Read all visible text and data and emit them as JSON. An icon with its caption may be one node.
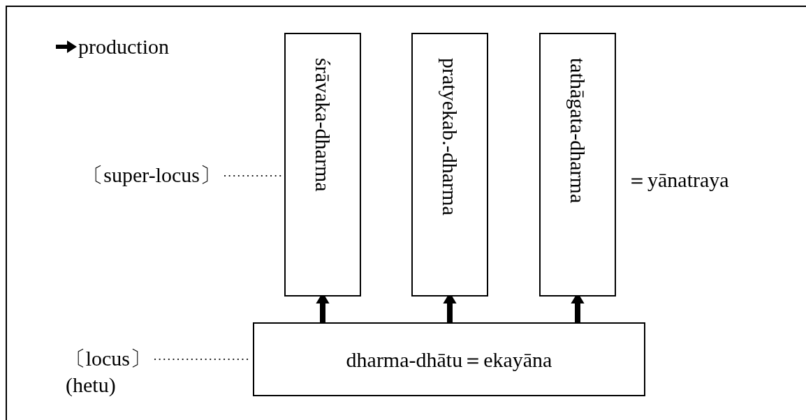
{
  "diagram": {
    "nodes": [
      {
        "text": [
          "〔super-locus〕"
        ]
      },
      {
        "text": [
          "śrāvaka-dharma"
        ]
      },
      {
        "text": [
          "pratyekab.-dharma"
        ]
      },
      {
        "text": [
          "tathāgata-dharma"
        ]
      },
      {
        "text": [
          "〔locus〕",
          "(hetu)"
        ]
      },
      {
        "text": [
          "dharma-dhātu＝ekayāna"
        ]
      }
    ],
    "edges": [
      {
        "from": 0,
        "to": 1,
        "arrow": "none",
        "style": "dashed"
      },
      {
        "from": 4,
        "to": 5,
        "arrow": "none",
        "style": "dashed"
      },
      {
        "from": 5,
        "to": 1,
        "arrow": "to"
      },
      {
        "from": 5,
        "to": 2,
        "arrow": "to"
      },
      {
        "from": 5,
        "to": 3,
        "arrow": "to"
      }
    ],
    "labels": [
      "production",
      "＝yānatraya"
    ]
  }
}
